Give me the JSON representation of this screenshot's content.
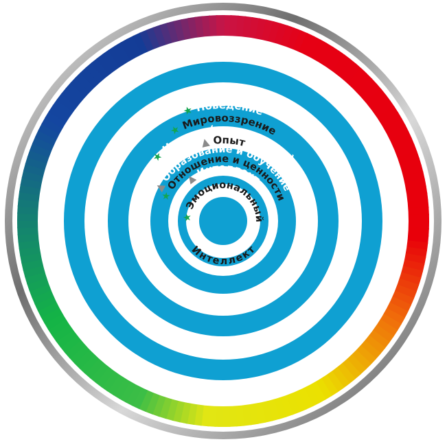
{
  "labels": {
    "behavior": "Поведение",
    "worldview": "Мировоззрение",
    "skills": "Навыки (компетенции)",
    "experience": "Опыт",
    "education": "Образование и обучение",
    "attitudes": "Отношение и ценности",
    "intellect": "Интеллект",
    "emotional": "Эмоциональный",
    "emotional_intellect": "Интеллект"
  },
  "colors": {
    "ring_blue": "#0fa0d2",
    "star_green": "#14a550",
    "triangle_gray": "#8a8a8a",
    "text_white": "#ffffff",
    "text_dark": "#1a1a1a",
    "rim_dark": "#4a4a4a",
    "rim_light": "#e8e8e8"
  },
  "markers": {
    "star": "★",
    "triangle": "▲"
  }
}
